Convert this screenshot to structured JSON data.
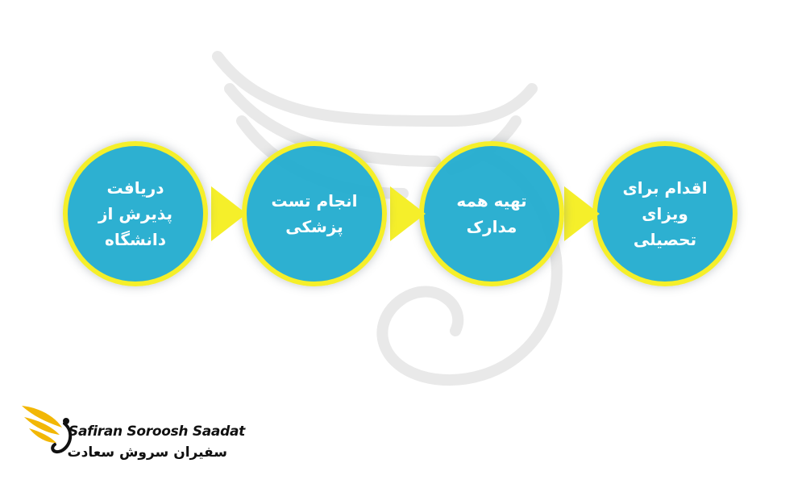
{
  "steps": [
    {
      "label": "دریافت پذیرش از دانشگاه"
    },
    {
      "label": "انجام تست پزشکی"
    },
    {
      "label": "تهیه همه مدارک"
    },
    {
      "label": "اقدام برای ویزای تحصیلی"
    }
  ],
  "logo": {
    "name_en": "Safiran Soroosh Saadat",
    "name_fa": "سفیران سروش سعادت",
    "icon": "wing-swan-logo-icon"
  },
  "watermark_icon": "wing-watermark-icon",
  "colors": {
    "circle_fill": "#1daacd",
    "circle_border": "#f5ef2a",
    "arrow": "#f5ef2a",
    "text": "#ffffff",
    "logo_wing": "#f2b705",
    "logo_text": "#111111"
  }
}
